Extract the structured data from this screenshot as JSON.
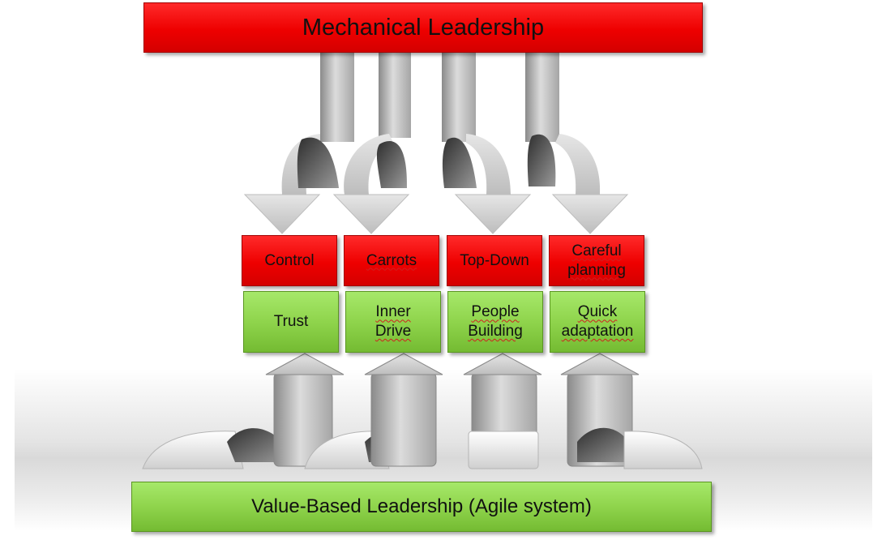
{
  "top": {
    "title": "Mechanical Leadership"
  },
  "mechanical_items": [
    {
      "label": "Control"
    },
    {
      "label": "Carrots"
    },
    {
      "label": "Top-Down"
    },
    {
      "label": "Careful\nplanning"
    }
  ],
  "value_items": [
    {
      "label": "Trust"
    },
    {
      "label": "Inner\nDrive"
    },
    {
      "label": "People\nBuilding"
    },
    {
      "label": "Quick\nadaptation"
    }
  ],
  "bottom": {
    "title": "Value-Based Leadership (Agile system)"
  },
  "colors": {
    "red": "#ee0000",
    "green": "#8fd44c"
  }
}
